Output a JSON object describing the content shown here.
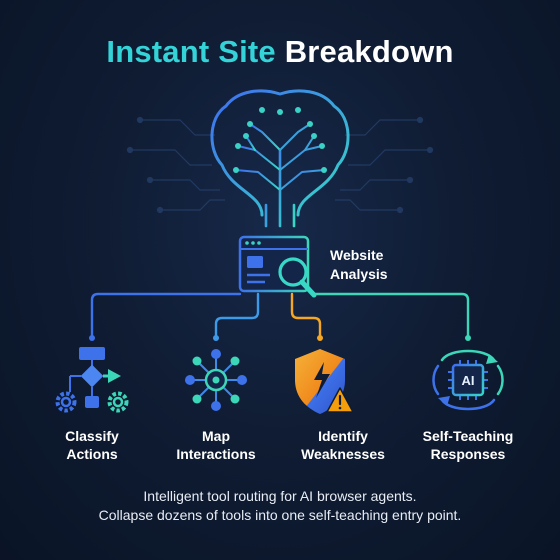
{
  "title": {
    "accent": "Instant Site",
    "rest": "Breakdown"
  },
  "center": {
    "line1": "Website",
    "line2": "Analysis"
  },
  "nodes": [
    {
      "line1": "Classify",
      "line2": "Actions",
      "icon": "flowchart-gears-icon"
    },
    {
      "line1": "Map",
      "line2": "Interactions",
      "icon": "network-hub-icon"
    },
    {
      "line1": "Identify",
      "line2": "Weaknesses",
      "icon": "shield-warning-icon"
    },
    {
      "line1": "Self-Teaching",
      "line2": "Responses",
      "icon": "ai-chip-cycle-icon",
      "chip_text": "AI"
    }
  ],
  "footer": {
    "line1": "Intelligent tool routing for AI browser agents.",
    "line2": "Collapse dozens of tools into one self-teaching entry point."
  },
  "colors": {
    "background": "#0f1c33",
    "title_accent": "#34d3d8",
    "brain_blue": "#3b6fe8",
    "brain_cyan": "#35d6c8",
    "connector_orange": "#f5a623",
    "warning_orange": "#f59e0b"
  }
}
